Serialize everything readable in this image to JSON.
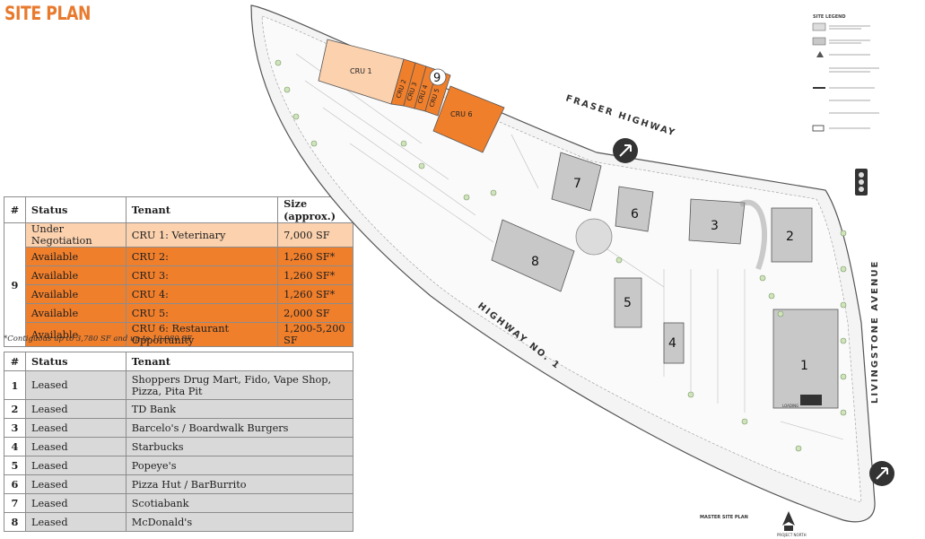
{
  "page": {
    "title": "SITE PLAN"
  },
  "cru_table": {
    "headers": [
      "#",
      "Status",
      "Tenant",
      "Size (approx.)"
    ],
    "group_number": "9",
    "rows": [
      {
        "status": "Under Negotiation",
        "tenant": "CRU 1: Veterinary",
        "size": "7,000 SF"
      },
      {
        "status": "Available",
        "tenant": "CRU 2:",
        "size": "1,260 SF*"
      },
      {
        "status": "Available",
        "tenant": "CRU 3:",
        "size": "1,260 SF*"
      },
      {
        "status": "Available",
        "tenant": "CRU 4:",
        "size": "1,260 SF*"
      },
      {
        "status": "Available",
        "tenant": "CRU 5:",
        "size": "2,000 SF"
      },
      {
        "status": "Available",
        "tenant": "CRU 6: Restaurant Opportunity",
        "size": "1,200-5,200 SF"
      }
    ],
    "footnote": "*Contiguous up to 3,780 SF and up to 10,980 SF"
  },
  "lease_table": {
    "headers": [
      "#",
      "Status",
      "Tenant"
    ],
    "rows": [
      {
        "num": "1",
        "status": "Leased",
        "tenant": "Shoppers Drug Mart, Fido, Vape Shop, Pizza, Pita Pit"
      },
      {
        "num": "2",
        "status": "Leased",
        "tenant": "TD Bank"
      },
      {
        "num": "3",
        "status": "Leased",
        "tenant": "Barcelo's / Boardwalk Burgers"
      },
      {
        "num": "4",
        "status": "Leased",
        "tenant": "Starbucks"
      },
      {
        "num": "5",
        "status": "Leased",
        "tenant": "Popeye's"
      },
      {
        "num": "6",
        "status": "Leased",
        "tenant": "Pizza Hut / BarBurrito"
      },
      {
        "num": "7",
        "status": "Leased",
        "tenant": "Scotiabank"
      },
      {
        "num": "8",
        "status": "Leased",
        "tenant": "McDonald's"
      }
    ]
  },
  "map": {
    "roads": {
      "fraser": "FRASER  HIGHWAY",
      "highway1": "HIGHWAY  NO. 1",
      "livingstone": "LIVINGSTONE  AVENUE"
    },
    "cru_labels": [
      "CRU 1",
      "CRU 2",
      "CRU 3",
      "CRU 4",
      "CRU 5",
      "CRU 6"
    ],
    "building_numbers": [
      "1",
      "2",
      "3",
      "4",
      "5",
      "6",
      "7",
      "8",
      "9"
    ],
    "legend_title": "SITE LEGEND",
    "loading_label": "LOADING",
    "master_plan_label": "MASTER SITE PLAN",
    "north_label": "PROJECT NORTH",
    "colors": {
      "available": "#f07f2c",
      "negotiation": "#fbd1ae",
      "building": "#c8c8c8",
      "title": "#e87a2e"
    }
  }
}
